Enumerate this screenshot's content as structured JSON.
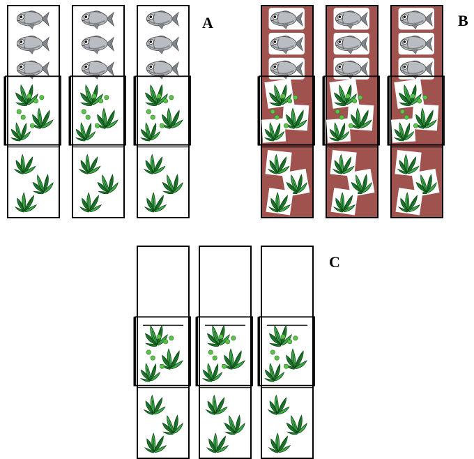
{
  "panels": [
    {
      "label": "A",
      "tank_fill": "#ffffff",
      "top_zone": "fish",
      "tanks": 3
    },
    {
      "label": "B",
      "tank_fill": "#a0524e",
      "top_zone": "fish",
      "tanks": 3
    },
    {
      "label": "C",
      "tank_fill": "#ffffff",
      "top_zone": "empty",
      "tanks": 3
    }
  ],
  "icons": {
    "fish": "fish-icon",
    "plant": "aquatic-plant-icon",
    "duckweed": "duckweed-icon"
  },
  "colors": {
    "fish_body": "#b9bcc1",
    "fish_shade": "#7f838a",
    "plant_leaf": "#1f7a2e",
    "plant_light": "#3fa84a",
    "duckweed": "#5cc24a",
    "outline": "#000000"
  }
}
